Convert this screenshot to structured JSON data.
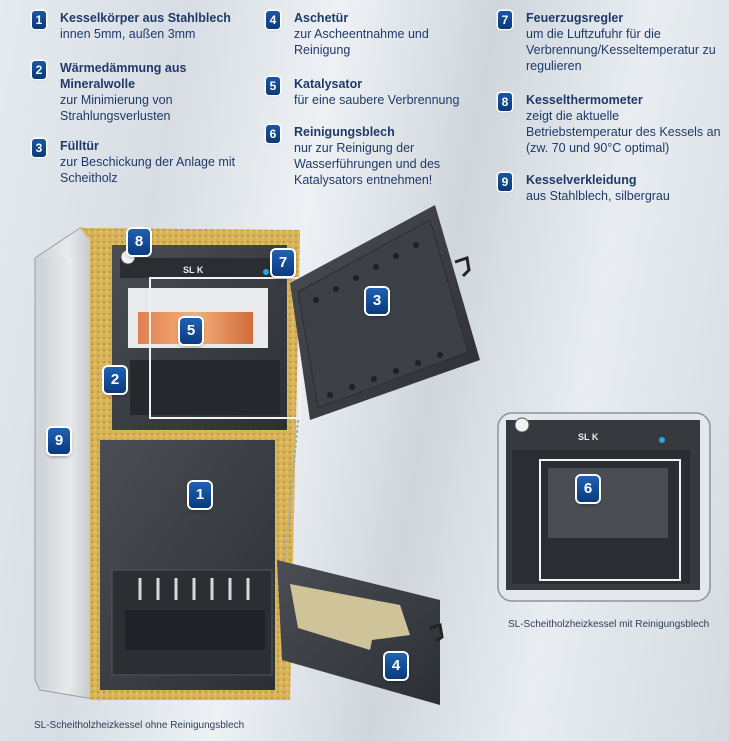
{
  "legend": [
    {
      "num": "1",
      "title": "Kesselkörper aus Stahlblech",
      "desc": "innen 5mm, außen 3mm"
    },
    {
      "num": "2",
      "title": "Wärmedämmung aus Mineralwolle",
      "desc": "zur Minimierung von Strahlungsverlusten"
    },
    {
      "num": "3",
      "title": "Fülltür",
      "desc": "zur Beschickung der Anlage mit Scheitholz"
    },
    {
      "num": "4",
      "title": "Aschetür",
      "desc": "zur Ascheentnahme und Reinigung"
    },
    {
      "num": "5",
      "title": "Katalysator",
      "desc": "für eine saubere Verbrennung"
    },
    {
      "num": "6",
      "title": "Reinigungsblech",
      "desc": "nur zur Reinigung der Wasserführungen und des Katalysators entnehmen!"
    },
    {
      "num": "7",
      "title": "Feuerzugsregler",
      "desc": "um die Luftzufuhr für die Verbrennung/Kesseltemperatur zu regulieren"
    },
    {
      "num": "8",
      "title": "Kesselthermometer",
      "desc": "zeigt die aktuelle Betriebstemperatur des Kessels an (zw. 70 und 90°C optimal)"
    },
    {
      "num": "9",
      "title": "Kesselverkleidung",
      "desc": "aus Stahlblech, silbergrau"
    }
  ],
  "brand_label": "K",
  "captions": {
    "main": "SL-Scheitholzheizkessel ohne Reinigungsblech",
    "inset": "SL-Scheitholzheizkessel mit Reinigungsblech"
  },
  "colors": {
    "badge": "#0f4a92",
    "text": "#1e3a6a",
    "steel": "#3a3d42",
    "insulation": "#d9b65c"
  }
}
